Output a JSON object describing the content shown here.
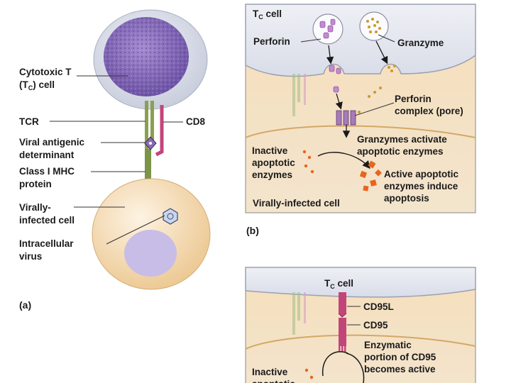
{
  "panel_a": {
    "tag": "(a)",
    "labels": {
      "tc_line1": "Cytotoxic T",
      "tc_line2_pre": "(T",
      "tc_line2_sub": "C",
      "tc_line2_post": ") cell",
      "tcr": "TCR",
      "cd8": "CD8",
      "viral_line1": "Viral antigenic",
      "viral_line2": "determinant",
      "mhc_line1": "Class I MHC",
      "mhc_line2": "protein",
      "infected_line1": "Virally-",
      "infected_line2": "infected cell",
      "virus_line1": "Intracellular",
      "virus_line2": "virus"
    }
  },
  "panel_b": {
    "tag": "(b)",
    "labels": {
      "tc_cell_main": "T",
      "tc_cell_sub": "C",
      "tc_cell_post": " cell",
      "perforin": "Perforin",
      "granzyme": "Granzyme",
      "complex_line1": "Perforin",
      "complex_line2": "complex (pore)",
      "activate_line1": "Granzymes activate",
      "activate_line2": "apoptotic enzymes",
      "inactive_line1": "Inactive",
      "inactive_line2": "apoptotic",
      "inactive_line3": "enzymes",
      "active_line1": "Active apoptotic",
      "active_line2": "enzymes induce",
      "active_line3": "apoptosis",
      "infected": "Virally-infected cell"
    }
  },
  "panel_c": {
    "labels": {
      "tc_cell_main": "T",
      "tc_cell_sub": "C",
      "tc_cell_post": " cell",
      "cd95l": "CD95L",
      "cd95": "CD95",
      "enz_line1": "Enzymatic",
      "enz_line2": "portion of CD95",
      "enz_line3": "becomes active",
      "inactive_line1": "Inactive",
      "inactive_line2": "apoptotic"
    }
  },
  "colors": {
    "tc_membrane": "#d9dde8",
    "tc_nucleus": "#8a70b8",
    "infected_cell": "#f2d3a4",
    "infected_nucleus": "#c7bde6",
    "tcr_green": "#8aa050",
    "cd8_magenta": "#c2457a",
    "apoptotic_orange": "#e8651c",
    "granzyme_gold": "#c89b2e",
    "panel_border": "#888888"
  }
}
